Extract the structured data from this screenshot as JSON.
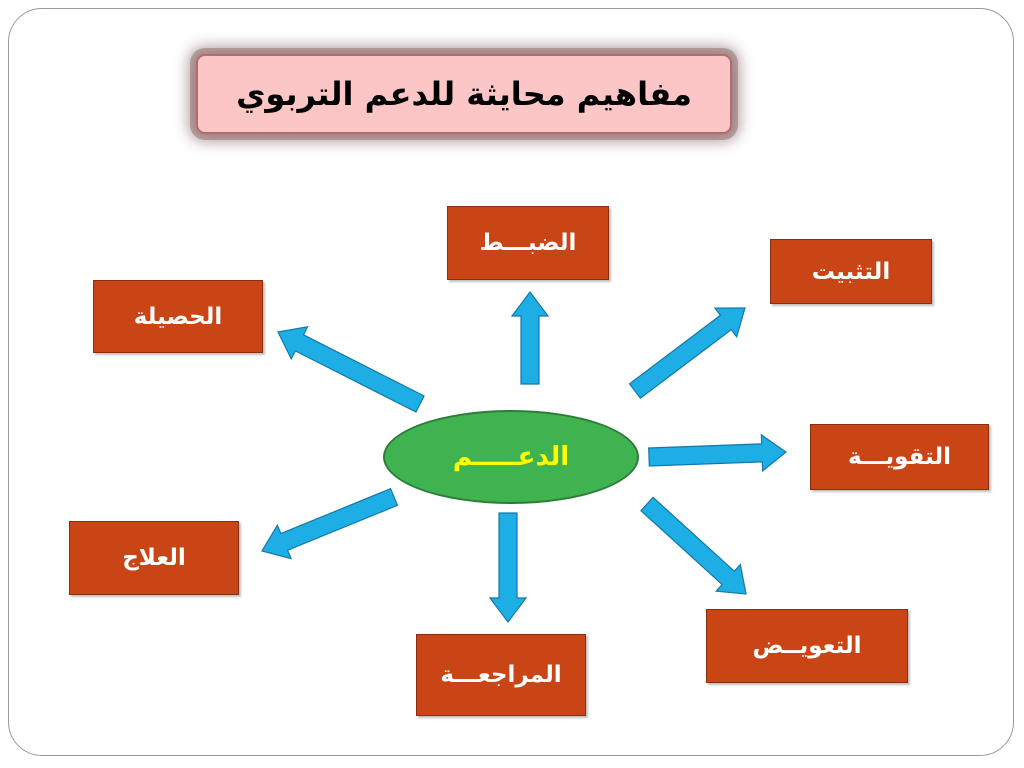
{
  "title": "مفاهيم محايثة للدعم التربوي",
  "center": "الدعـــــم",
  "concepts": {
    "dabt": "الضبـــط",
    "tathbit": "التثبيت",
    "hasila": "الحصيلة",
    "taqwiya": "التقويـــة",
    "ilaj": "العلاج",
    "taawid": "التعويــض",
    "murajaa": "المراجعـــة"
  },
  "colors": {
    "title_fill": "#fcc6c6",
    "concept_fill": "#c94516",
    "center_fill": "#3fb34f",
    "center_text": "#ffff00",
    "arrow_fill": "#1eaee6"
  }
}
